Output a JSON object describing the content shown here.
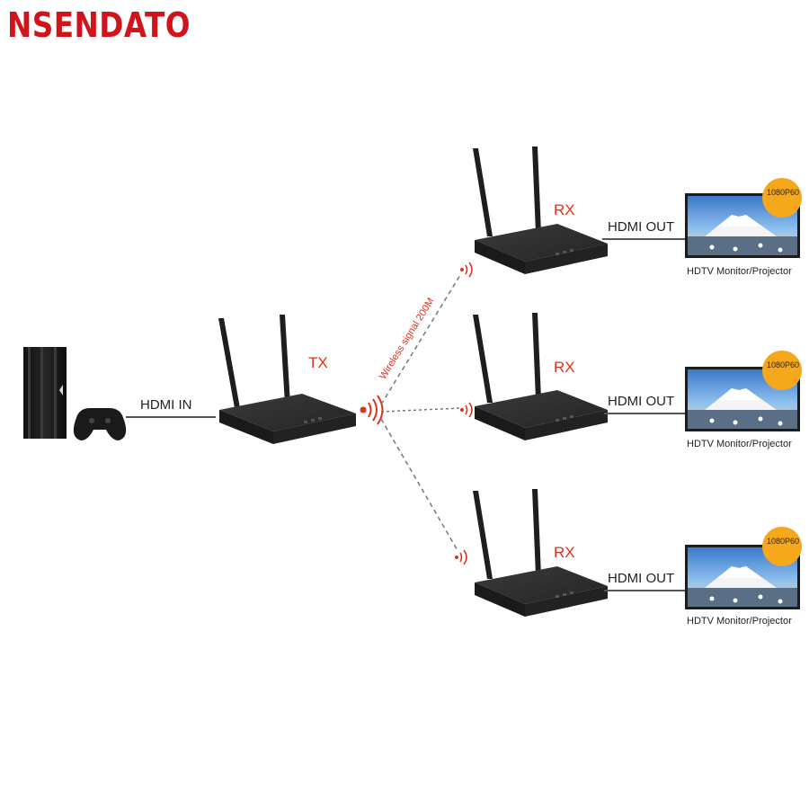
{
  "brand": {
    "logo": "NSENDATO",
    "color": "#d0141b"
  },
  "colors": {
    "accent": "#e0311d",
    "device": "#2a2a2a",
    "badge": "#f6a81c"
  },
  "labels": {
    "tx": "TX",
    "rx": "RX",
    "hdmi_in": "HDMI IN",
    "hdmi_out": "HDMI OUT",
    "wireless": "Wireless signal 200M",
    "display": "HDTV Monitor/Projector",
    "resolution": "1080P60"
  },
  "icons": [
    "game-console-icon",
    "gamepad-icon",
    "wifi-signal-icon",
    "antenna-icon"
  ]
}
